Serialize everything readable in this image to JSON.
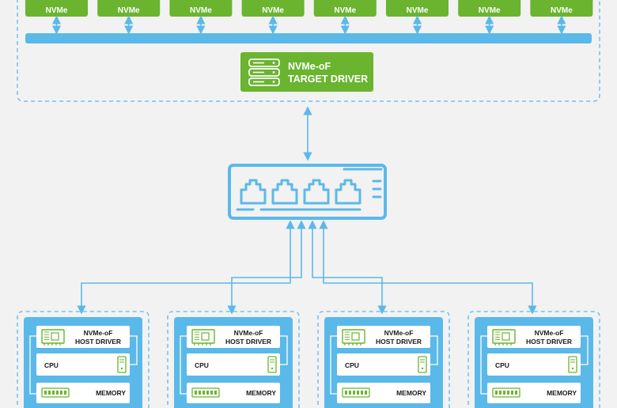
{
  "storage": {
    "drive_label": "NVMe",
    "drive_count": 8,
    "target_driver": {
      "line1": "NVMe-oF",
      "line2": "TARGET DRIVER",
      "icon": "server-icon"
    }
  },
  "switch": {
    "icon": "network-switch-icon",
    "port_count": 4
  },
  "hosts": [
    {
      "driver_line1": "NVMe-oF",
      "driver_line2": "HOST DRIVER",
      "cpu": "CPU",
      "memory": "MEMORY"
    },
    {
      "driver_line1": "NVMe-oF",
      "driver_line2": "HOST DRIVER",
      "cpu": "CPU",
      "memory": "MEMORY"
    },
    {
      "driver_line1": "NVMe-oF",
      "driver_line2": "HOST DRIVER",
      "cpu": "CPU",
      "memory": "MEMORY"
    },
    {
      "driver_line1": "NVMe-oF",
      "driver_line2": "HOST DRIVER",
      "cpu": "CPU",
      "memory": "MEMORY"
    }
  ],
  "colors": {
    "green": "#6ab42f",
    "blue": "#5bb9e9",
    "background": "#f2f2f2",
    "white": "#ffffff"
  }
}
